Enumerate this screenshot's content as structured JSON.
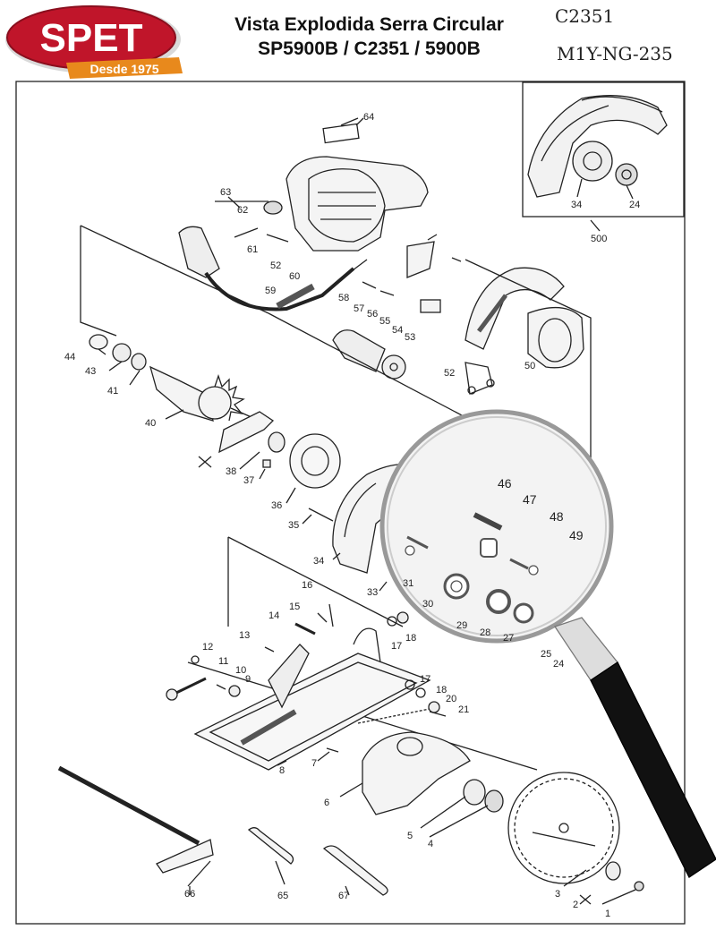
{
  "brand": {
    "name": "SPET",
    "tagline": "Desde 1975"
  },
  "header": {
    "title_line1": "Vista Explodida Serra Circular",
    "title_line2": "SP5900B / C2351 / 5900B",
    "model_code": "C2351",
    "variant_code": "M1Y-NG-235"
  },
  "labels": {
    "l64": "64",
    "l63": "63",
    "l62": "62",
    "l61": "61",
    "l60": "60",
    "l59": "59",
    "l58": "58",
    "l57": "57",
    "l56": "56",
    "l55": "55",
    "l54": "54",
    "l53": "53",
    "l52a": "52",
    "l52b": "52",
    "l50": "50",
    "l44": "44",
    "l43": "43",
    "l41": "41",
    "l40": "40",
    "l38": "38",
    "l37": "37",
    "l36": "36",
    "l35": "35",
    "l34": "34",
    "l33": "33",
    "l46": "46",
    "l47": "47",
    "l48": "48",
    "l49": "49",
    "l31": "31",
    "l30": "30",
    "l29": "29",
    "l28": "28",
    "l27": "27",
    "l25": "25",
    "l24": "24",
    "l16": "16",
    "l15": "15",
    "l14": "14",
    "l13": "13",
    "l12": "12",
    "l11": "11",
    "l10": "10",
    "l9": "9",
    "l17a": "17",
    "l18a": "18",
    "l17b": "17",
    "l18b": "18",
    "l20": "20",
    "l21": "21",
    "l8": "8",
    "l7": "7",
    "l6": "6",
    "l5": "5",
    "l4": "4",
    "l3": "3",
    "l2": "2",
    "l1": "1",
    "l66": "66",
    "l65": "65",
    "l67": "67",
    "inset34": "34",
    "inset24": "24",
    "l500": "500"
  },
  "colors": {
    "brand_red": "#c0152a",
    "brand_orange": "#e8891c",
    "ink": "#222222"
  }
}
